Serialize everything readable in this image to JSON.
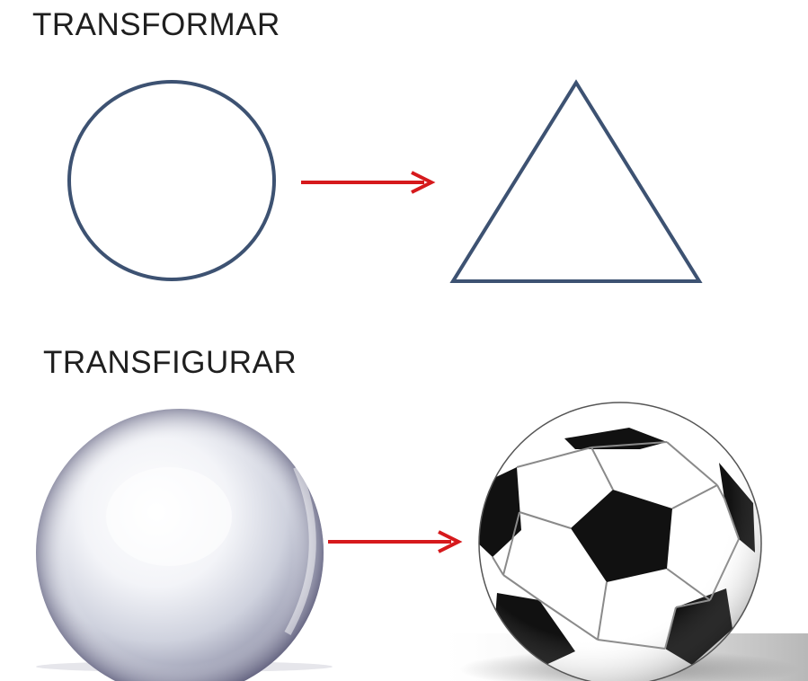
{
  "sections": {
    "transform": {
      "title": "TRANSFORMAR",
      "from_shape": "circle",
      "to_shape": "triangle"
    },
    "transfigure": {
      "title": "TRANSFIGURAR",
      "from_shape": "pearl-sphere",
      "to_shape": "soccer-ball"
    }
  },
  "colors": {
    "outline": "#3d5272",
    "arrow": "#d6191c",
    "text": "#1f1f1f"
  },
  "icons": [
    "circle-outline-icon",
    "triangle-outline-icon",
    "arrow-right-icon",
    "pearl-sphere-icon",
    "soccer-ball-icon"
  ]
}
